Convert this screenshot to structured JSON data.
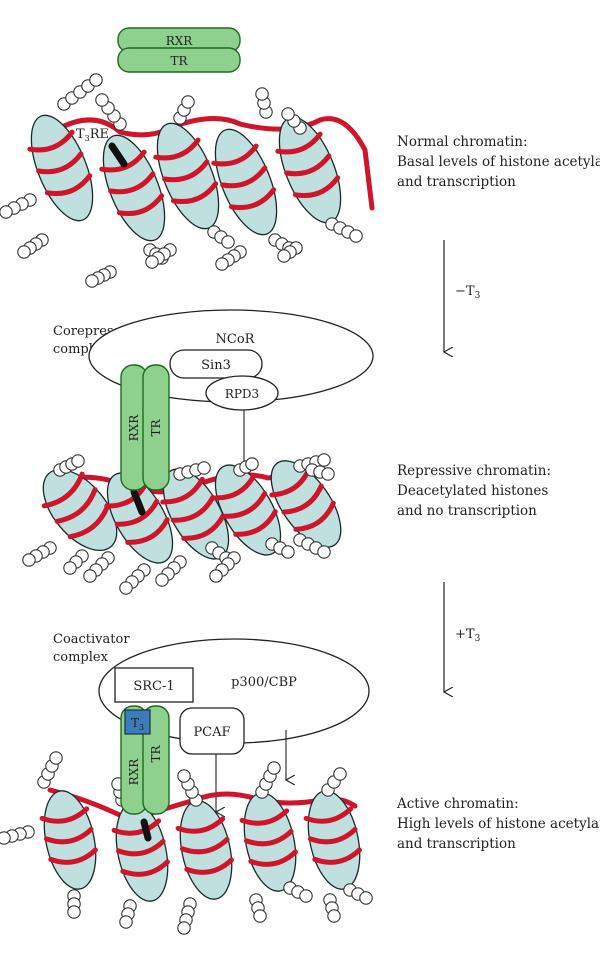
{
  "colors": {
    "receptor_green": "#8ed08e",
    "receptor_stroke": "#1f6b1f",
    "dna_red": "#d0142c",
    "histone_teal": "#bfe0de",
    "histone_stroke": "#1a2a2a",
    "t3_blue": "#3d7cb8"
  },
  "panel_top": {
    "rxr": "RXR",
    "tr": "TR",
    "t3re": "T3RE",
    "caption": [
      "Normal chromatin:",
      "Basal levels of histone acetylation",
      "and transcription"
    ]
  },
  "step1": {
    "label": "−T3"
  },
  "panel_mid": {
    "complex_label": [
      "Corepressor",
      "complex"
    ],
    "ncor": "NCoR",
    "sin3": "Sin3",
    "rpd3": "RPD3",
    "rxr": "RXR",
    "tr": "TR",
    "caption": [
      "Repressive chromatin:",
      "Deacetylated histones",
      "and no transcription"
    ]
  },
  "step2": {
    "label": "+T3"
  },
  "panel_bot": {
    "complex_label": [
      "Coactivator",
      "complex"
    ],
    "src1": "SRC-1",
    "p300": "p300/CBP",
    "pcaf": "PCAF",
    "t3": "T3",
    "rxr": "RXR",
    "tr": "TR",
    "caption": [
      "Active chromatin:",
      "High levels of histone acetylation",
      "and transcription"
    ]
  }
}
